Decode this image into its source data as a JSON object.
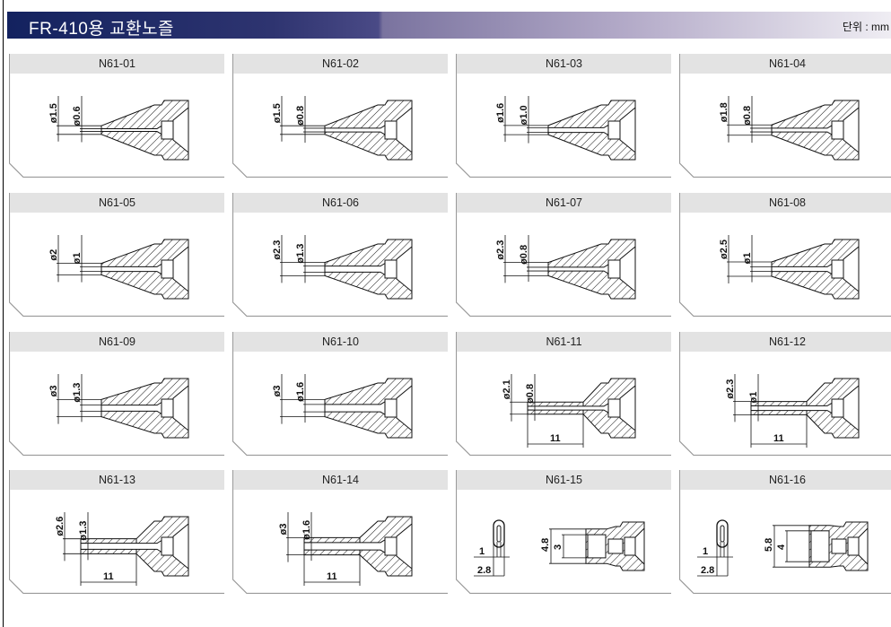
{
  "header": {
    "title": "FR-410용 교환노즐",
    "unit": "단위 : mm"
  },
  "colors": {
    "header_dark": "#13225f",
    "title_strip": "#e3e3e3",
    "frame": "#9a9a9a"
  },
  "nozzles": [
    {
      "code": "N61-01",
      "type": "standard",
      "outer": "ø1.5",
      "inner": "ø0.6",
      "od": 1.5,
      "id": 0.6
    },
    {
      "code": "N61-02",
      "type": "standard",
      "outer": "ø1.5",
      "inner": "ø0.8",
      "od": 1.5,
      "id": 0.8
    },
    {
      "code": "N61-03",
      "type": "standard",
      "outer": "ø1.6",
      "inner": "ø1.0",
      "od": 1.6,
      "id": 1.0
    },
    {
      "code": "N61-04",
      "type": "standard",
      "outer": "ø1.8",
      "inner": "ø0.8",
      "od": 1.8,
      "id": 0.8
    },
    {
      "code": "N61-05",
      "type": "standard",
      "outer": "ø2",
      "inner": "ø1",
      "od": 2,
      "id": 1
    },
    {
      "code": "N61-06",
      "type": "standard",
      "outer": "ø2.3",
      "inner": "ø1.3",
      "od": 2.3,
      "id": 1.3
    },
    {
      "code": "N61-07",
      "type": "standard",
      "outer": "ø2.3",
      "inner": "ø0.8",
      "od": 2.3,
      "id": 0.8
    },
    {
      "code": "N61-08",
      "type": "standard",
      "outer": "ø2.5",
      "inner": "ø1",
      "od": 2.5,
      "id": 1
    },
    {
      "code": "N61-09",
      "type": "standard",
      "outer": "ø3",
      "inner": "ø1.3",
      "od": 3,
      "id": 1.3
    },
    {
      "code": "N61-10",
      "type": "standard",
      "outer": "ø3",
      "inner": "ø1.6",
      "od": 3,
      "id": 1.6
    },
    {
      "code": "N61-11",
      "type": "long",
      "outer": "ø2.1",
      "inner": "ø0.8",
      "length": "11",
      "od": 2.1,
      "id": 0.8
    },
    {
      "code": "N61-12",
      "type": "long",
      "outer": "ø2.3",
      "inner": "ø1",
      "length": "11",
      "od": 2.3,
      "id": 1
    },
    {
      "code": "N61-13",
      "type": "long",
      "outer": "ø2.6",
      "inner": "ø1.3",
      "length": "11",
      "od": 2.6,
      "id": 1.3
    },
    {
      "code": "N61-14",
      "type": "long",
      "outer": "ø3",
      "inner": "ø1.6",
      "length": "11",
      "od": 3,
      "id": 1.6
    },
    {
      "code": "N61-15",
      "type": "slot",
      "slot_w": "1",
      "slot_l": "2.8",
      "outer": "4.8",
      "inner": "3",
      "od": 4.8,
      "id": 3
    },
    {
      "code": "N61-16",
      "type": "slot",
      "slot_w": "1",
      "slot_l": "2.8",
      "outer": "5.8",
      "inner": "4",
      "od": 5.8,
      "id": 4
    }
  ]
}
